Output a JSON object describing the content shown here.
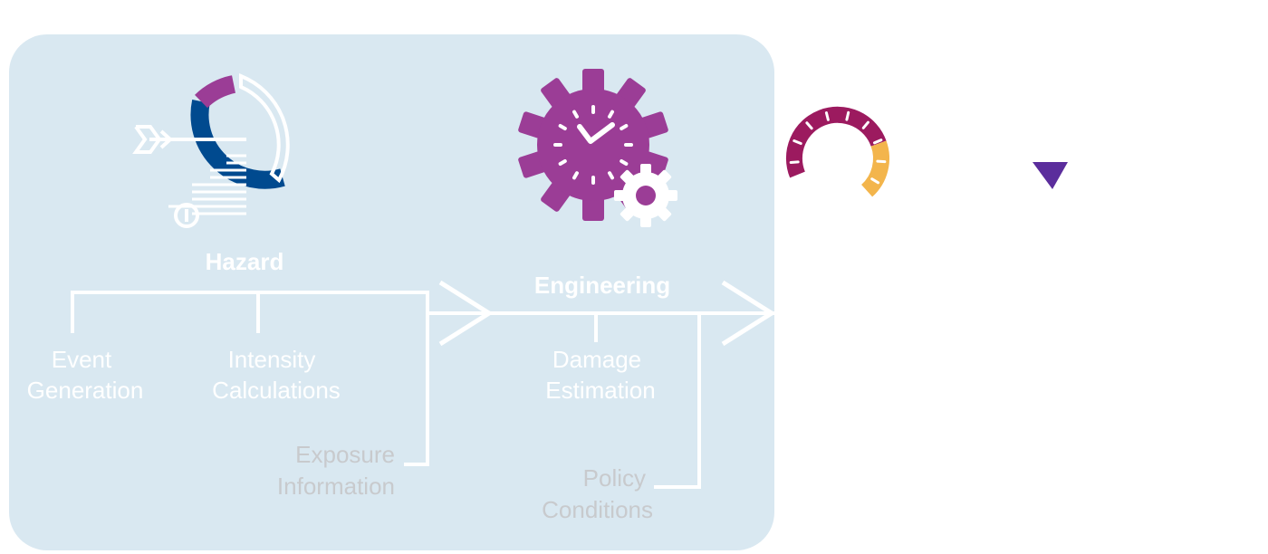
{
  "stages": {
    "hazard": {
      "title": "Hazard",
      "icon": "hazard-donut-arrow-icon"
    },
    "engineering": {
      "title": "Engineering",
      "icon": "gear-clock-icon"
    }
  },
  "hazard_steps": [
    {
      "line1": "Event",
      "line2": "Generation"
    },
    {
      "line1": "Intensity",
      "line2": "Calculations"
    }
  ],
  "engineering_steps": [
    {
      "line1": "Damage",
      "line2": "Estimation"
    }
  ],
  "inputs": {
    "exposure": {
      "line1": "Exposure",
      "line2": "Information"
    },
    "policy": {
      "line1": "Policy",
      "line2": "Conditions"
    }
  },
  "extra_icons": [
    "gauge-icon",
    "down-triangle-icon"
  ],
  "colors": {
    "panel": "#d9e8f1",
    "navy": "#004a8f",
    "purple": "#9b3d96",
    "magenta": "#9c1a5f",
    "amber": "#f3b54c",
    "violet": "#5b2d9c",
    "line": "#ffffff",
    "input_text": "#c8cacd"
  }
}
